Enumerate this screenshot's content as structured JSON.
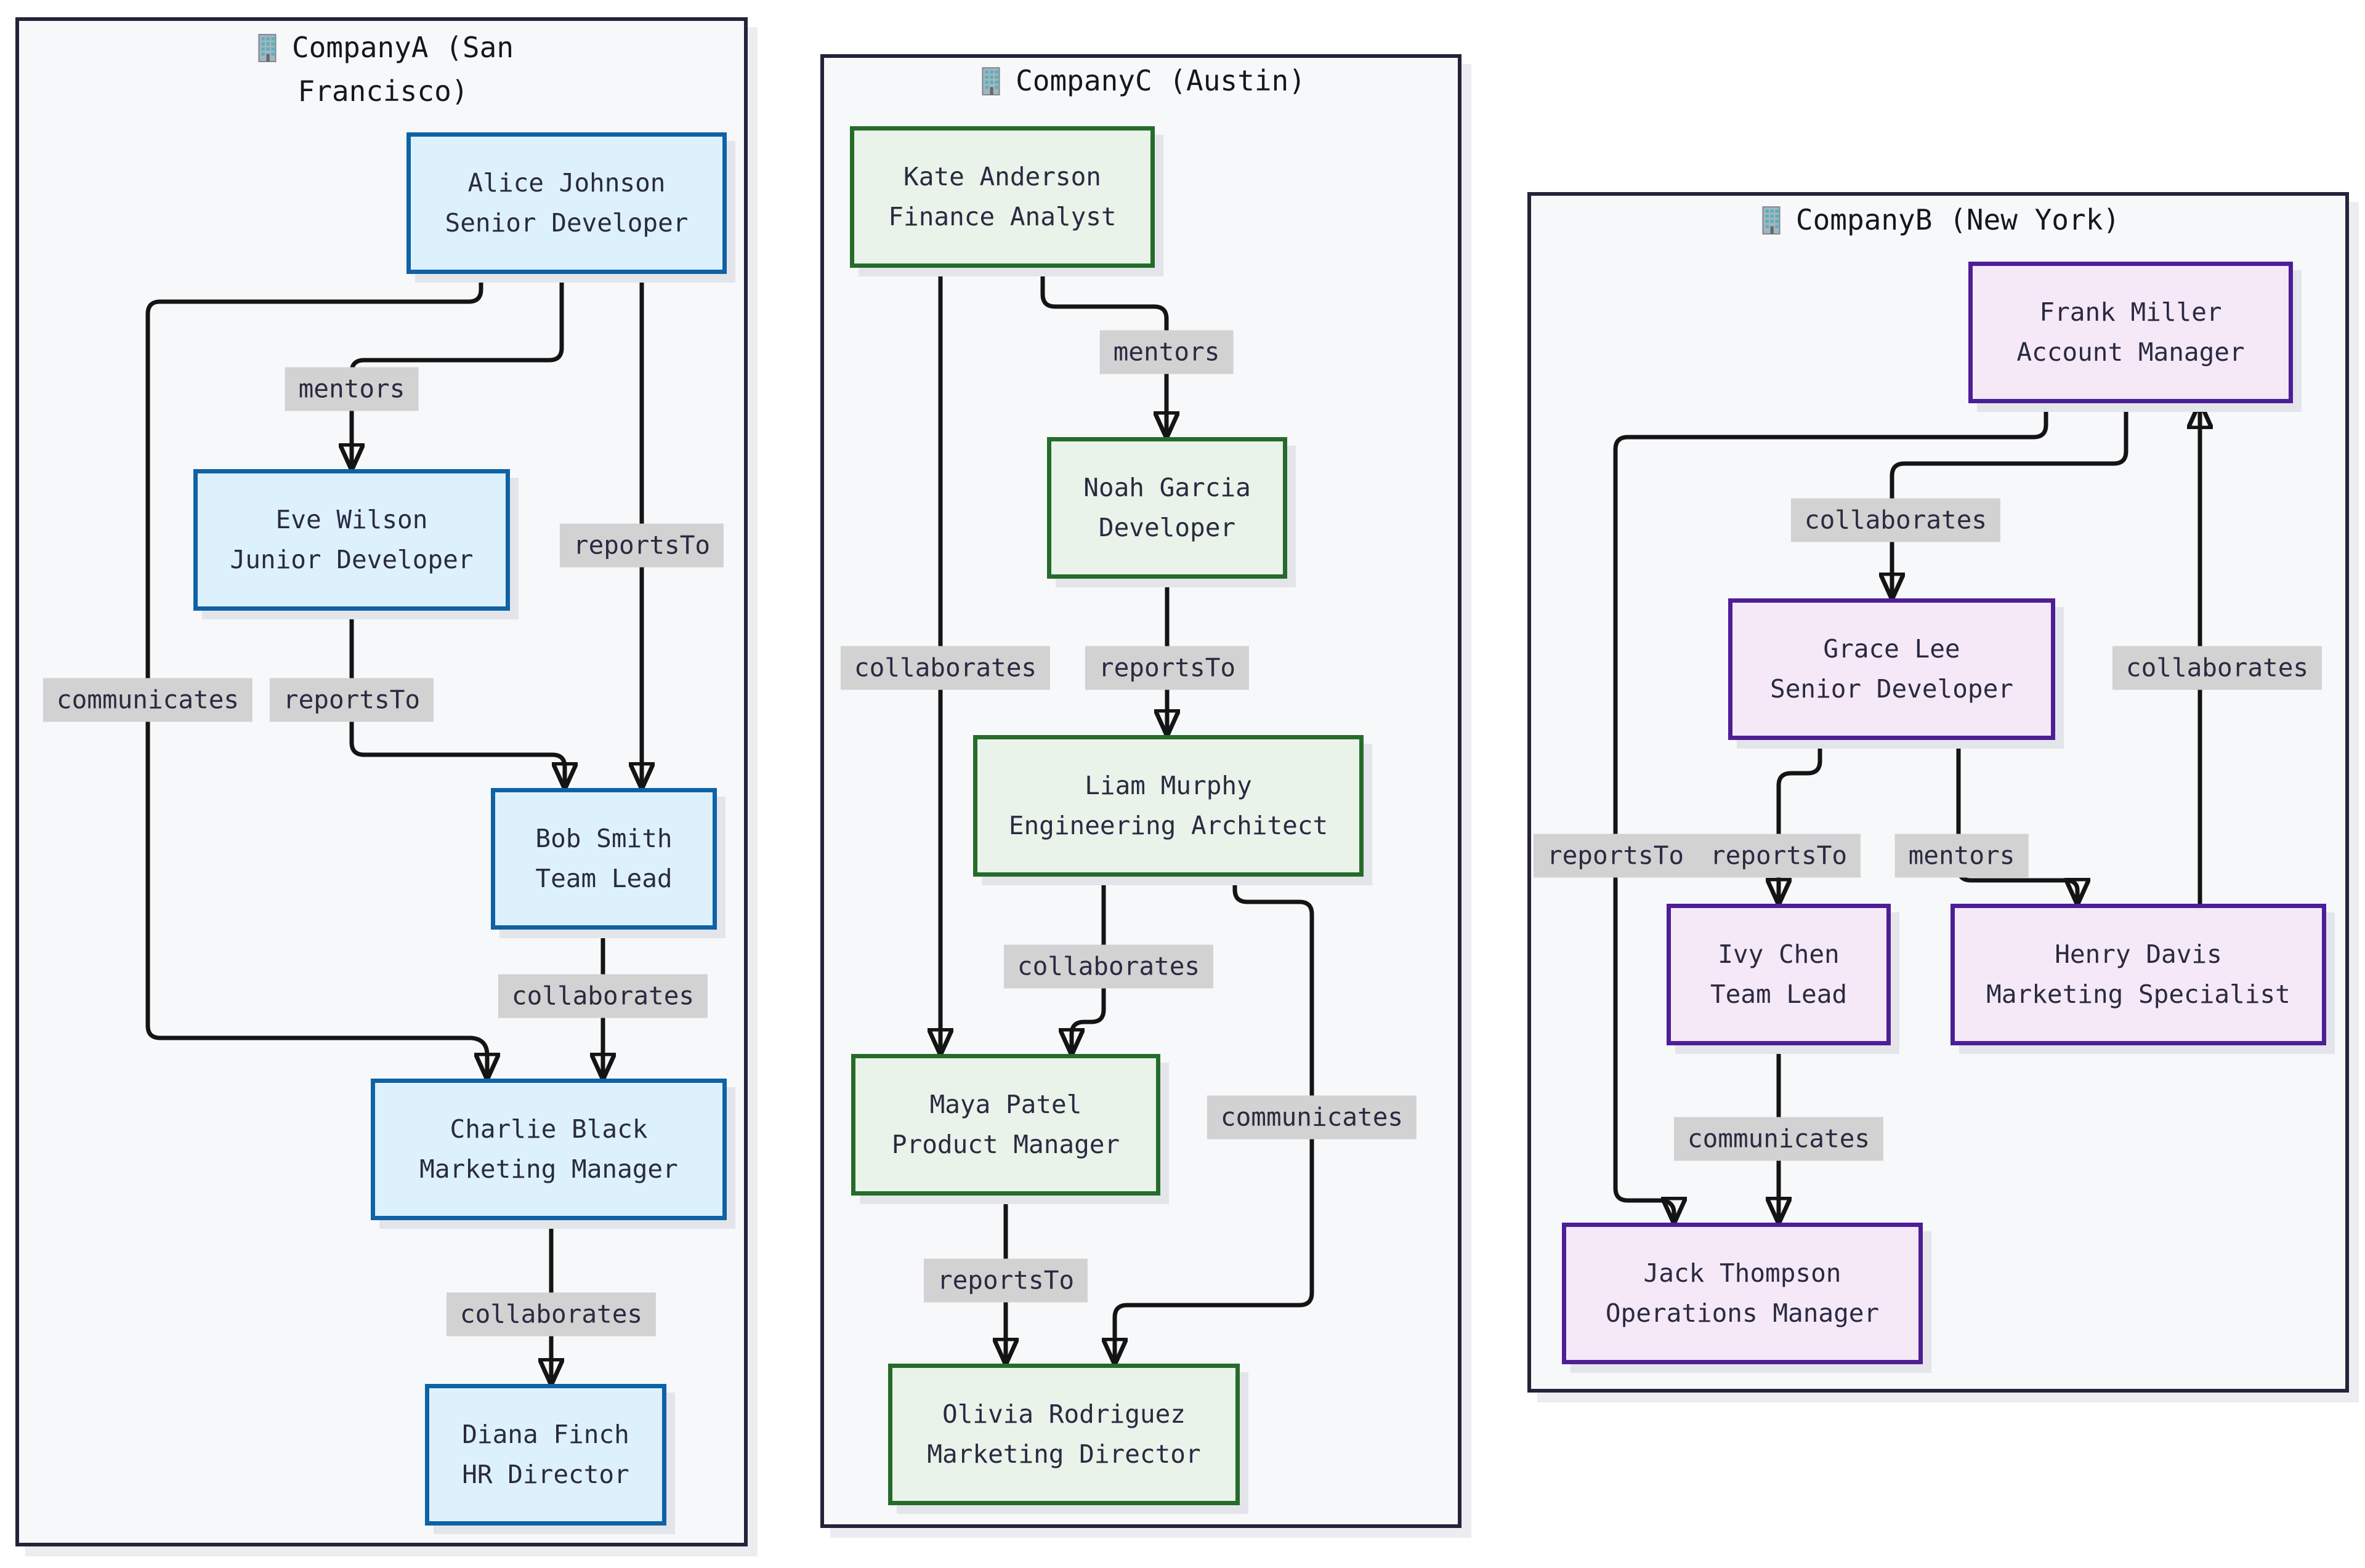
{
  "diagram_type": "flowchart",
  "colors": {
    "panel_background": "#f7f8fa",
    "panel_border": "#23243a",
    "companyA_node_fill": "#ddf1fc",
    "companyA_node_border": "#0e62a5",
    "companyC_node_fill": "#e9f3e9",
    "companyC_node_border": "#256c2a",
    "companyB_node_fill": "#f5e9f7",
    "companyB_node_border": "#4e1e97",
    "edge_line": "#141414",
    "edge_label_background": "#d2d2d2",
    "text": "#2a2a41"
  },
  "companies": [
    {
      "id": "companyA",
      "icon": "office-building",
      "title": "CompanyA (San Francisco)",
      "people": [
        {
          "name": "Alice Johnson",
          "role": "Senior Developer"
        },
        {
          "name": "Eve Wilson",
          "role": "Junior Developer"
        },
        {
          "name": "Bob Smith",
          "role": "Team Lead"
        },
        {
          "name": "Charlie Black",
          "role": "Marketing Manager"
        },
        {
          "name": "Diana Finch",
          "role": "HR Director"
        }
      ]
    },
    {
      "id": "companyC",
      "icon": "office-building",
      "title": "CompanyC (Austin)",
      "people": [
        {
          "name": "Kate Anderson",
          "role": "Finance Analyst"
        },
        {
          "name": "Noah Garcia",
          "role": "Developer"
        },
        {
          "name": "Liam Murphy",
          "role": "Engineering Architect"
        },
        {
          "name": "Maya Patel",
          "role": "Product Manager"
        },
        {
          "name": "Olivia Rodriguez",
          "role": "Marketing Director"
        }
      ]
    },
    {
      "id": "companyB",
      "icon": "office-building",
      "title": "CompanyB (New York)",
      "people": [
        {
          "name": "Frank Miller",
          "role": "Account Manager"
        },
        {
          "name": "Grace Lee",
          "role": "Senior Developer"
        },
        {
          "name": "Ivy Chen",
          "role": "Team Lead"
        },
        {
          "name": "Henry Davis",
          "role": "Marketing Specialist"
        },
        {
          "name": "Jack Thompson",
          "role": "Operations Manager"
        }
      ]
    }
  ],
  "edges": [
    {
      "from": "Alice Johnson",
      "to": "Eve Wilson",
      "label": "mentors"
    },
    {
      "from": "Alice Johnson",
      "to": "Bob Smith",
      "label": "reportsTo"
    },
    {
      "from": "Alice Johnson",
      "to": "Charlie Black",
      "label": "communicates"
    },
    {
      "from": "Eve Wilson",
      "to": "Bob Smith",
      "label": "reportsTo"
    },
    {
      "from": "Bob Smith",
      "to": "Charlie Black",
      "label": "collaborates"
    },
    {
      "from": "Charlie Black",
      "to": "Diana Finch",
      "label": "collaborates"
    },
    {
      "from": "Kate Anderson",
      "to": "Noah Garcia",
      "label": "mentors"
    },
    {
      "from": "Kate Anderson",
      "to": "Maya Patel",
      "label": "collaborates"
    },
    {
      "from": "Noah Garcia",
      "to": "Liam Murphy",
      "label": "reportsTo"
    },
    {
      "from": "Liam Murphy",
      "to": "Maya Patel",
      "label": "collaborates"
    },
    {
      "from": "Liam Murphy",
      "to": "Olivia Rodriguez",
      "label": "communicates"
    },
    {
      "from": "Maya Patel",
      "to": "Olivia Rodriguez",
      "label": "reportsTo"
    },
    {
      "from": "Frank Miller",
      "to": "Jack Thompson",
      "label": "reportsTo"
    },
    {
      "from": "Frank Miller",
      "to": "Grace Lee",
      "label": "collaborates"
    },
    {
      "from": "Henry Davis",
      "to": "Frank Miller",
      "label": "collaborates"
    },
    {
      "from": "Grace Lee",
      "to": "Ivy Chen",
      "label": "reportsTo"
    },
    {
      "from": "Grace Lee",
      "to": "Henry Davis",
      "label": "mentors"
    },
    {
      "from": "Ivy Chen",
      "to": "Jack Thompson",
      "label": "communicates"
    }
  ]
}
